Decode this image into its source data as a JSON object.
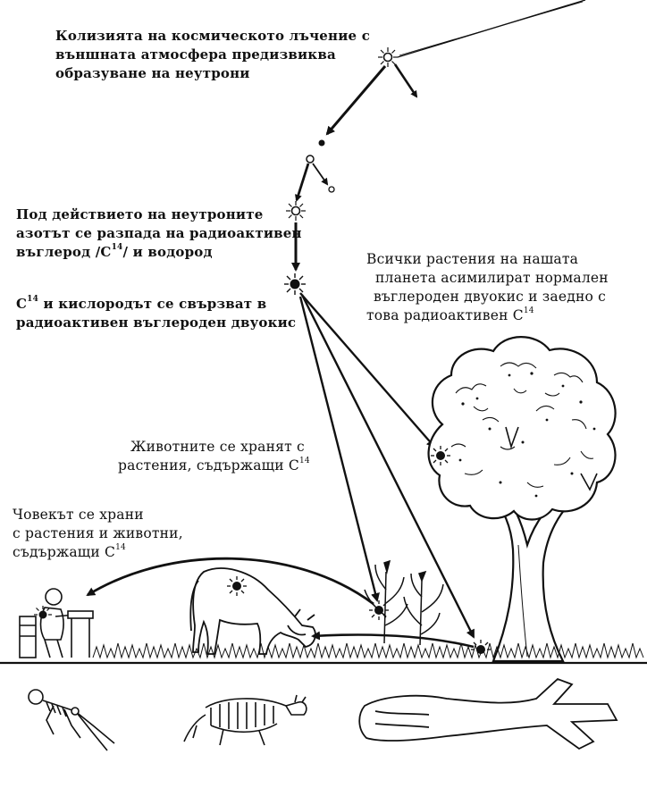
{
  "captions": {
    "cosmic": [
      "Колизията на космическото лъчение с",
      "външната атмосфера предизвиква",
      "образуване на неутрони"
    ],
    "nitrogen": [
      "Под действието на неутроните",
      "азотът се разпада на радиоактивен",
      "въглерод /С",
      "14",
      "/ и водород"
    ],
    "co2": [
      "С",
      "14",
      " и кислородът се свързват в",
      "радиоактивен въглероден двуокис"
    ],
    "plants": [
      "Всички растения на нашата",
      "планета асимилират нормален",
      "въглероден двуокис и заедно с",
      "това радиоактивен С",
      "14"
    ],
    "animals": [
      "Животните се хранят с",
      "растения, съдържащи С",
      "14"
    ],
    "human": [
      "Човекът се храни",
      "с растения и животни,",
      "съдържащи С",
      "14"
    ]
  },
  "colors": {
    "ink": "#111111",
    "paper": "#ffffff"
  }
}
